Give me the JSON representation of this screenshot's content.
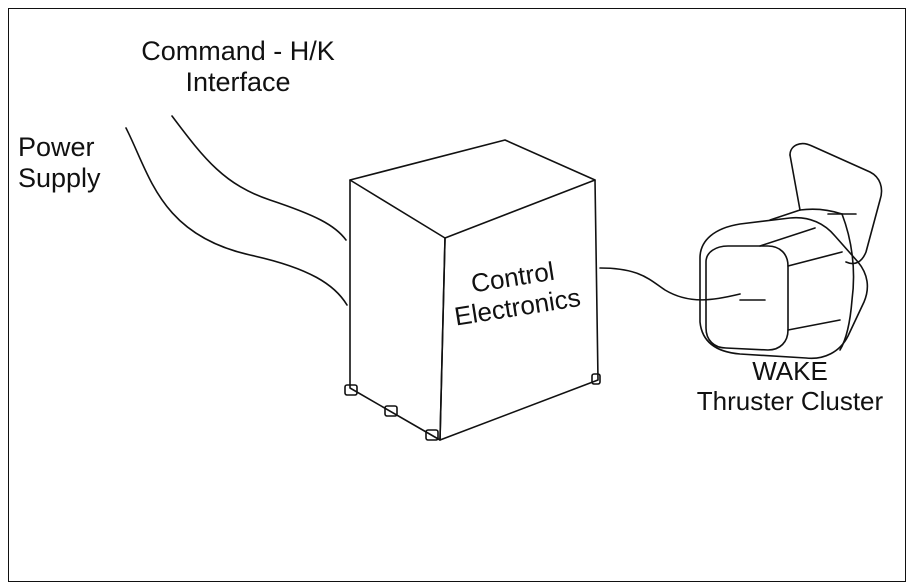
{
  "labels": {
    "command": [
      "Command - H/K",
      "Interface"
    ],
    "power": [
      "Power",
      "Supply"
    ],
    "control": [
      "Control",
      "Electronics"
    ],
    "wake": [
      "WAKE",
      "Thruster Cluster"
    ]
  },
  "colors": {
    "ink": "#111111",
    "background": "#ffffff"
  }
}
